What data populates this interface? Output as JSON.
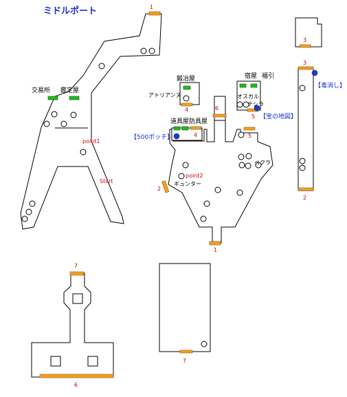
{
  "title": "ミドルポート",
  "colors": {
    "door": "#f4a020",
    "counter": "#22bb22",
    "treasure": "#1a3fc8",
    "number": "#d00000",
    "accent": "#1a2fd0"
  },
  "shops": {
    "trade": "交易所",
    "appraise": "鑑定屋",
    "smith": "鍛冶屋",
    "inn": "宿屋",
    "lottery": "福引",
    "tool": "道具屋",
    "armor": "防具屋"
  },
  "npcs": {
    "atolyantu": "アトリアンヌ",
    "oscar": "オスカル",
    "teshira": "テシラ",
    "pera": "ペクラ",
    "gyunter": "ギュンター"
  },
  "points": {
    "p1": "point1",
    "p2": "point2",
    "start": "Start"
  },
  "treasures": {
    "t500": "【500ポッチ】",
    "map": "【宝の地図】",
    "antidote": "【毒消し】"
  },
  "doors": {
    "d1": "1",
    "d2": "2",
    "d3": "3",
    "d4": "4",
    "d5": "5",
    "d6": "6",
    "d7": "7"
  }
}
